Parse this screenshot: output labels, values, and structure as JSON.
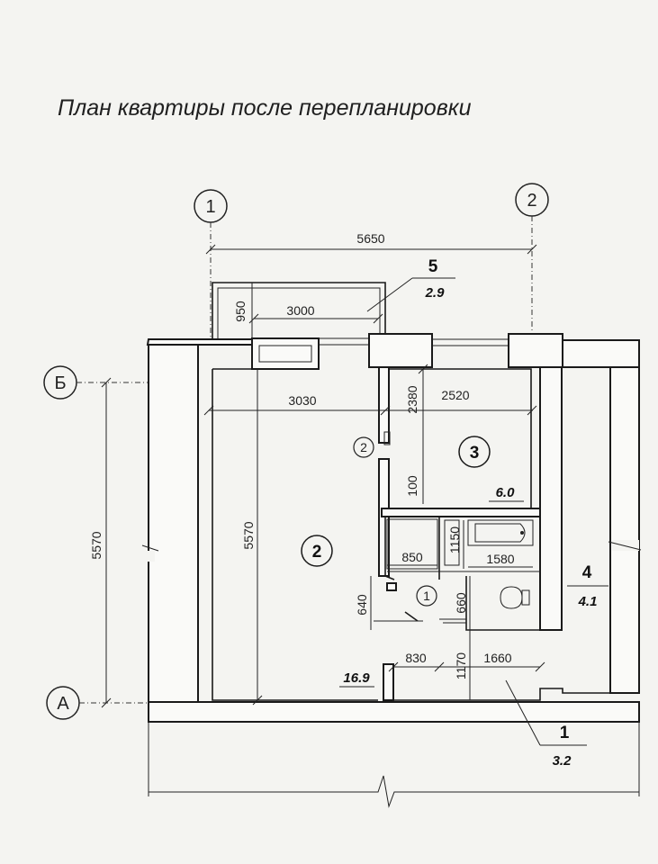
{
  "title": "План квартиры после перепланировки",
  "axes": {
    "axis_1": "1",
    "axis_2": "2",
    "axis_b": "Б",
    "axis_a": "А"
  },
  "dimensions": {
    "overall_width": "5650",
    "balcony_depth": "950",
    "balcony_width": "3000",
    "room2_width": "3030",
    "room3_width": "2520",
    "room3_depth": "2380",
    "overall_depth": "5570",
    "room2_depth": "5570",
    "wall_100": "100",
    "bath_850": "850",
    "bath_1150": "1150",
    "bath_1580": "1580",
    "hall_640": "640",
    "hall_660": "660",
    "hall_830": "830",
    "hall_1170": "1170",
    "hall_1660": "1660"
  },
  "rooms": {
    "r1": {
      "number": "1",
      "area": "3.2"
    },
    "r2": {
      "number": "2",
      "area": "16.9"
    },
    "r3": {
      "number": "3",
      "area": "6.0"
    },
    "r4": {
      "number": "4",
      "area": "4.1"
    },
    "r5": {
      "number": "5",
      "area": "2.9"
    },
    "door_marker": "2",
    "hall_marker": "1"
  }
}
